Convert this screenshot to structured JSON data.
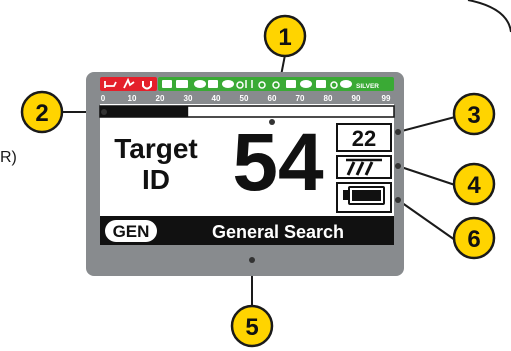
{
  "colors": {
    "bezel": "#888b8e",
    "callout_fill": "#ffd400",
    "callout_stroke": "#1a1a1a",
    "id_scale_red": "#e4202b",
    "id_scale_green": "#3aaa35",
    "screen": "#ffffff",
    "ink": "#111111"
  },
  "callouts": [
    {
      "number": "1"
    },
    {
      "number": "2"
    },
    {
      "number": "3"
    },
    {
      "number": "4"
    },
    {
      "number": "5"
    },
    {
      "number": "6"
    }
  ],
  "edge_fragment": "R)",
  "id_scale": {
    "silver_label": "SILVER",
    "ticks": [
      "0",
      "10",
      "20",
      "30",
      "40",
      "50",
      "60",
      "70",
      "80",
      "90",
      "99"
    ],
    "red_icons": [
      "trash-icon",
      "foil-icon",
      "horseshoe-icon"
    ],
    "green_icons": [
      "coin-icons",
      "ring-icons",
      "silver-coin-icon"
    ]
  },
  "target_id_bar": {
    "fill": 0.3
  },
  "display": {
    "target_label_line1": "Target",
    "target_label_line2": "ID",
    "target_id_value": "54",
    "depth_value": "22",
    "ground_icon": "ground-mineral-icon",
    "battery_icon": "battery-icon",
    "battery_level": 1.0
  },
  "mode": {
    "short": "GEN",
    "name": "General Search"
  }
}
